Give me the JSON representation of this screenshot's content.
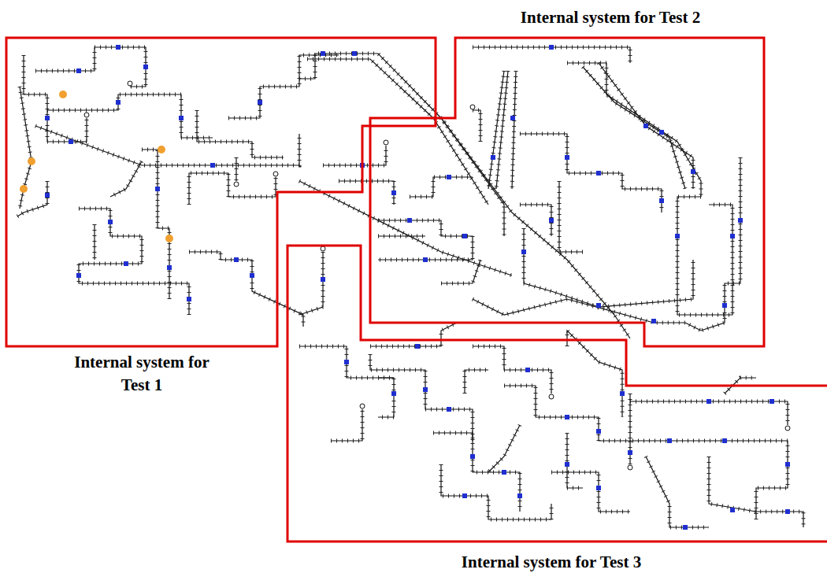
{
  "diagram": {
    "nodes": [
      {
        "text": [
          "Internal system for Test 1"
        ]
      },
      {
        "text": [
          "Internal system for Test 2"
        ]
      },
      {
        "text": [
          "Internal system for Test 3"
        ]
      }
    ]
  }
}
